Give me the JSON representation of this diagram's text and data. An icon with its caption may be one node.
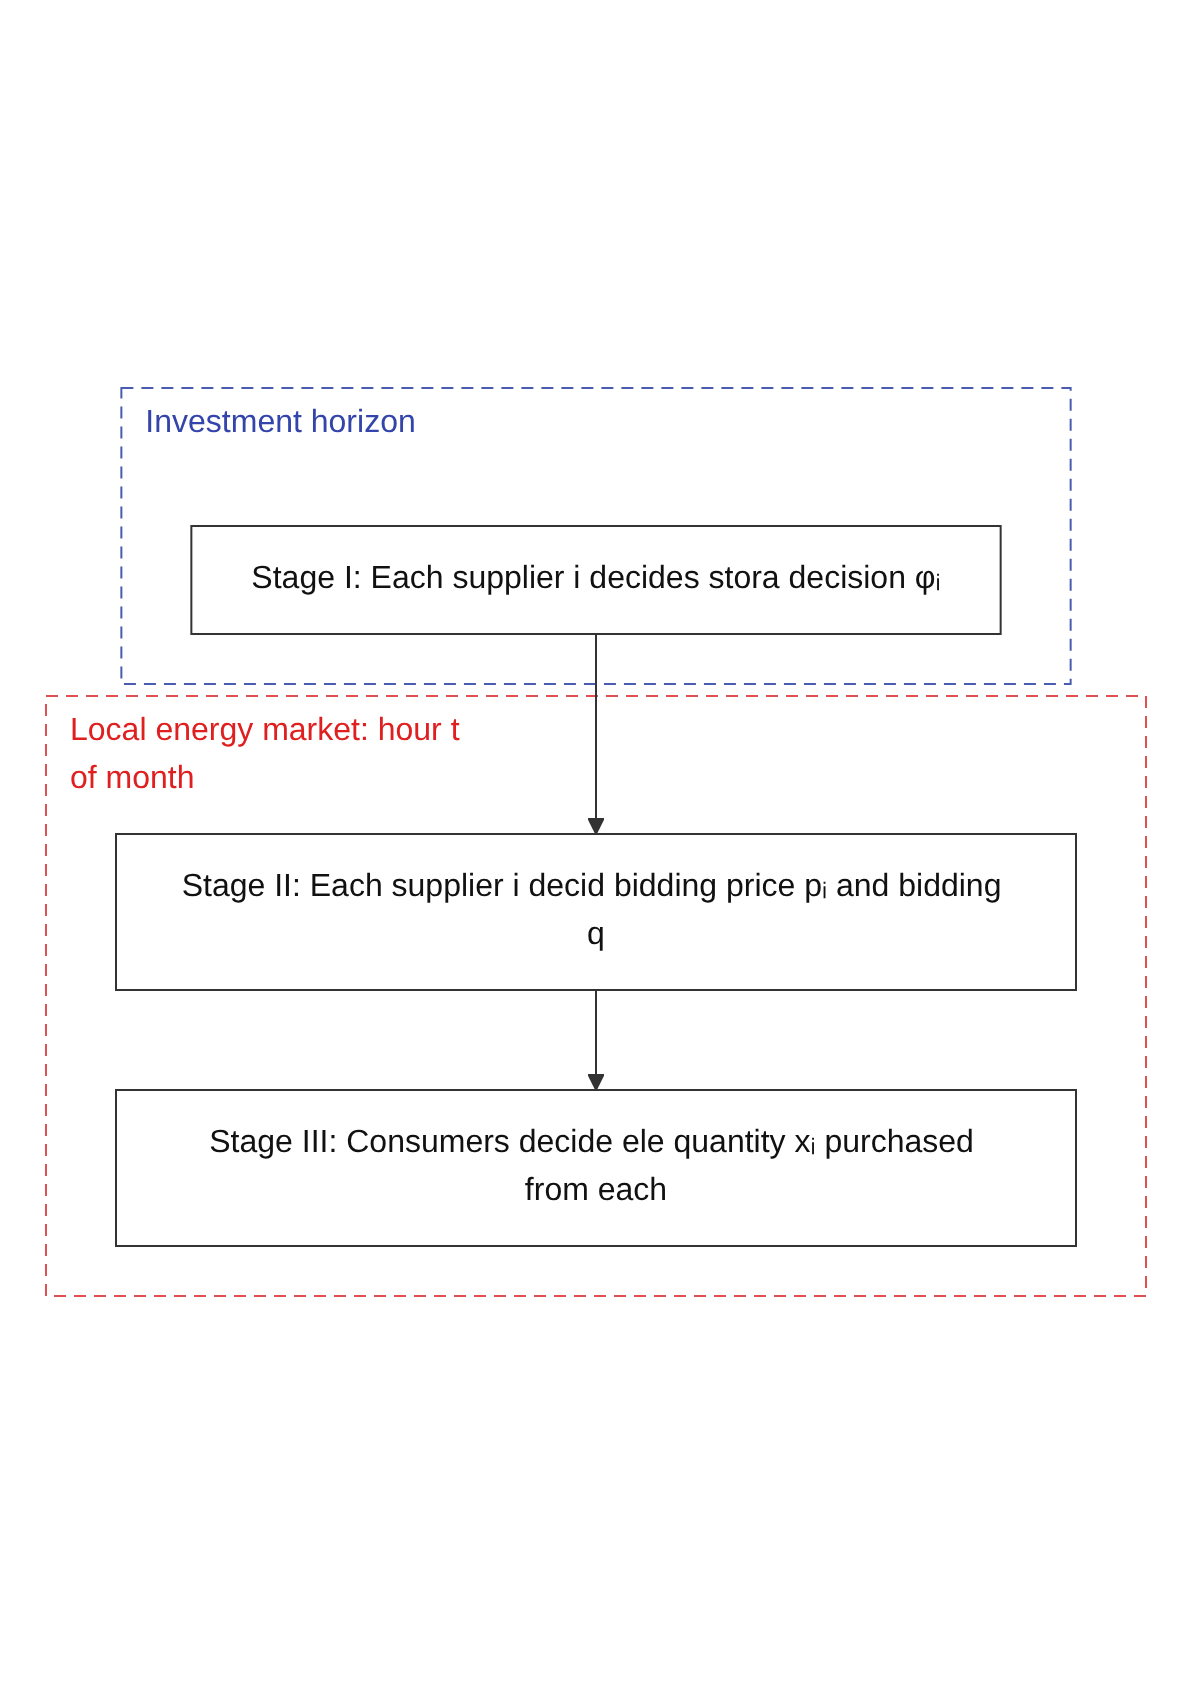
{
  "diagram": {
    "nodes": [
      {
        "text": [
          "Investment horizon"
        ]
      },
      {
        "text": [
          "Stage I: Each supplier i decides stora decision φᵢ"
        ],
        "in": 0
      },
      {
        "text": [
          "Local energy market: hour t of month"
        ]
      },
      {
        "text": [
          "Stage II: Each supplier i decid bidding price pᵢ and bidding q"
        ],
        "in": 2
      },
      {
        "text": [
          "Stage III: Consumers decide ele quantity xᵢ purchased from each"
        ],
        "in": 2
      }
    ],
    "edges": [
      {
        "from": 1,
        "to": 3,
        "arrow": "to"
      },
      {
        "from": 3,
        "to": 4,
        "arrow": "to"
      }
    ]
  }
}
